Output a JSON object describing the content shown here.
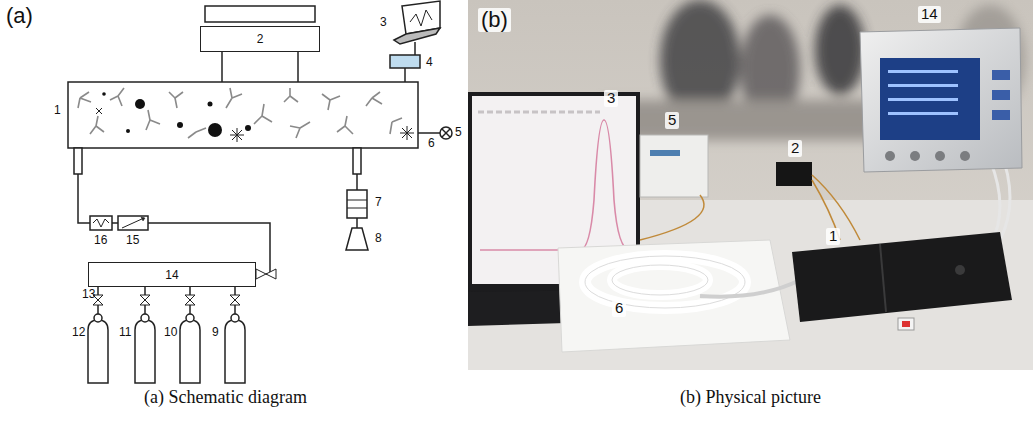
{
  "diagram": {
    "nodes": [
      {
        "text": [
          "2"
        ]
      },
      {
        "text": [
          "14"
        ]
      }
    ],
    "labels": [
      "(a)",
      "1",
      "3",
      "4",
      "6",
      "5",
      "7",
      "8",
      "15",
      "16",
      "13",
      "12",
      "11",
      "10",
      "9",
      "(b)",
      "3",
      "5",
      "14",
      "2",
      "1",
      "6",
      "(a) Schematic diagram",
      "(b) Physical picture"
    ]
  }
}
